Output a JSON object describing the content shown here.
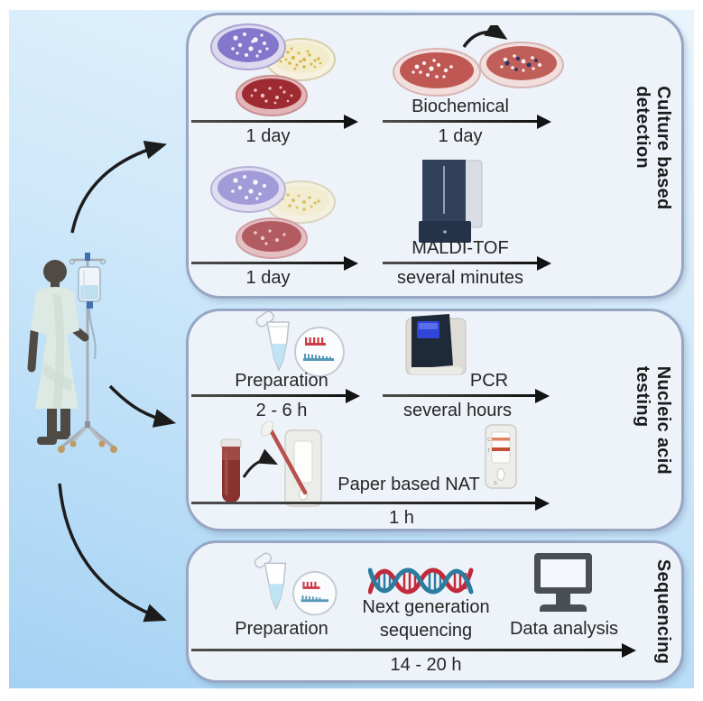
{
  "titles": {
    "culture": "Culture based detection",
    "nat": "Nucleic acid testing",
    "sequencing": "Sequencing"
  },
  "culture": {
    "plates_arrow_label": "1 day",
    "biochem_step": "Biochemical",
    "biochem_time": "1 day",
    "maldi_arrow_label": "1 day",
    "maldi_step": "MALDI-TOF",
    "maldi_time": "several minutes"
  },
  "nat": {
    "prep_step": "Preparation",
    "prep_time": "2 - 6 h",
    "pcr_step": "PCR",
    "pcr_time": "several hours",
    "paper_step": "Paper based NAT",
    "paper_time": "1 h"
  },
  "sequencing": {
    "prep_step": "Preparation",
    "ngs_line1": "Next generation",
    "ngs_line2": "sequencing",
    "ngs_time": "14 - 20 h",
    "analysis_step": "Data analysis"
  },
  "cassette_marks": {
    "c": "C",
    "t": "T",
    "s": "S"
  },
  "icons": [
    "patient-iv-stand-icon",
    "petri-dish-stack-icon",
    "blood-agar-plates-icon",
    "maldi-tof-instrument-icon",
    "sample-prep-tube-icon",
    "pcr-thermocycler-icon",
    "blood-tube-swab-cassette-icon",
    "lateral-flow-result-icon",
    "dna-helix-icon",
    "computer-monitor-icon",
    "flow-arrow",
    "curved-arrow"
  ],
  "colors": {
    "background_top": "#e9f5fd",
    "background_bottom": "#a4d2f3",
    "panel_fill": "#eef2f9",
    "panel_border": "#97a6c3",
    "arrow": "#1c1c1c",
    "text": "#262626",
    "dish_purple": "#8377cb",
    "dish_yellow": "#f3ecca",
    "dish_red": "#9e2b31",
    "agar_salmon": "#bf5853",
    "dna_red": "#c2293a",
    "dna_blue": "#2b7c9e"
  }
}
